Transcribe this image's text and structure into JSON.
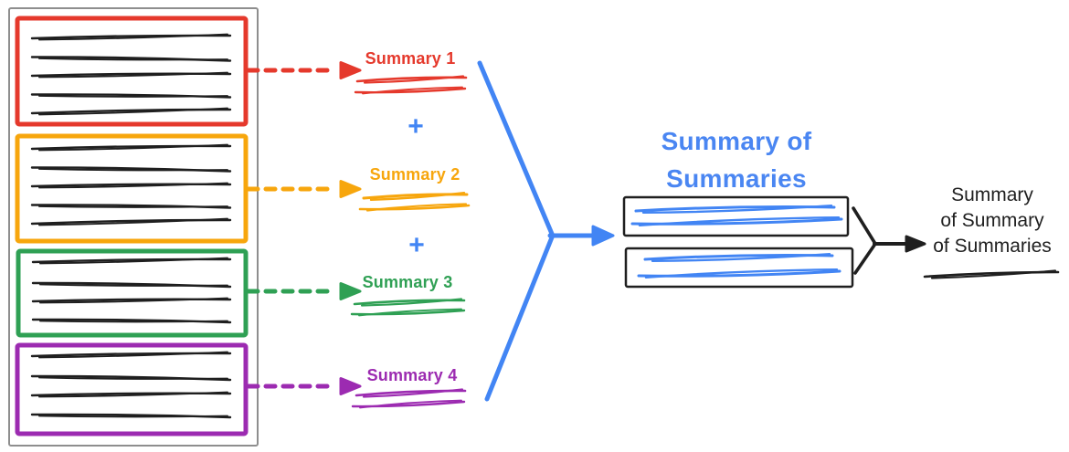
{
  "diagram": {
    "frame_color": "#8E8E8E",
    "ink_color": "#1F1F1F",
    "plus_sign": "+",
    "plus_color": "#4285F4",
    "flow_color": "#4285F4",
    "source_documents": [
      {
        "summary_label": "Summary 1",
        "color": "#E5392C"
      },
      {
        "summary_label": "Summary 2",
        "color": "#F7A60D"
      },
      {
        "summary_label": "Summary 3",
        "color": "#2FA054"
      },
      {
        "summary_label": "Summary 4",
        "color": "#9C2BB1"
      }
    ],
    "intermediate_summary": {
      "title_lines": [
        "Summary of",
        "Summaries"
      ],
      "color": "#4A86F2"
    },
    "final_summary": {
      "title_lines": [
        "Summary",
        "of Summary",
        "of Summaries"
      ],
      "color": "#1F1F1F"
    }
  }
}
